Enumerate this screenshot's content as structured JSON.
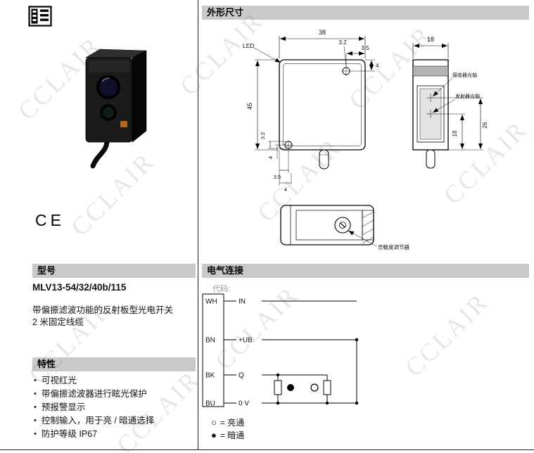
{
  "watermark": {
    "text": "CCLAIR"
  },
  "ce_mark": "CE",
  "model": {
    "header": "型号",
    "number": "MLV13-54/32/40b/115",
    "desc1": "带偏振滤波功能的反射板型光电开关",
    "desc2": "2 米固定线缆"
  },
  "features": {
    "header": "特性",
    "items": [
      "可视红光",
      "带偏振滤波器进行眩光保护",
      "预报警显示",
      "控制输入，用于亮 / 暗通选择",
      "防护等级 IP67"
    ]
  },
  "dimensions": {
    "header": "外形尺寸",
    "labels": {
      "led": "LED",
      "width": "38",
      "hole_dia_top": "3.2",
      "hole_offset_top": "3.5",
      "hole_edge_top": "4",
      "height": "45",
      "hole_dia_bottom": "3.2",
      "hole_edge_bottom": "4",
      "bottom_offset_a": "3.5",
      "bottom_offset_b": "4",
      "depth": "18",
      "receiver_axis": "接收器光轴",
      "emitter_axis": "发射器光轴",
      "receiver_height": "26",
      "emitter_height": "18",
      "sensitivity_adjuster": "灵敏度调节器"
    }
  },
  "electrical": {
    "header": "电气连接",
    "code_label": "代码:",
    "terminals": [
      {
        "wire": "WH",
        "signal": "IN"
      },
      {
        "wire": "BN",
        "signal": "+UB"
      },
      {
        "wire": "BK",
        "signal": "Q"
      },
      {
        "wire": "BU",
        "signal": "0 V"
      }
    ],
    "legend": [
      {
        "symbol": "○",
        "label": "= 亮通"
      },
      {
        "symbol": "●",
        "label": "= 暗通"
      }
    ]
  }
}
